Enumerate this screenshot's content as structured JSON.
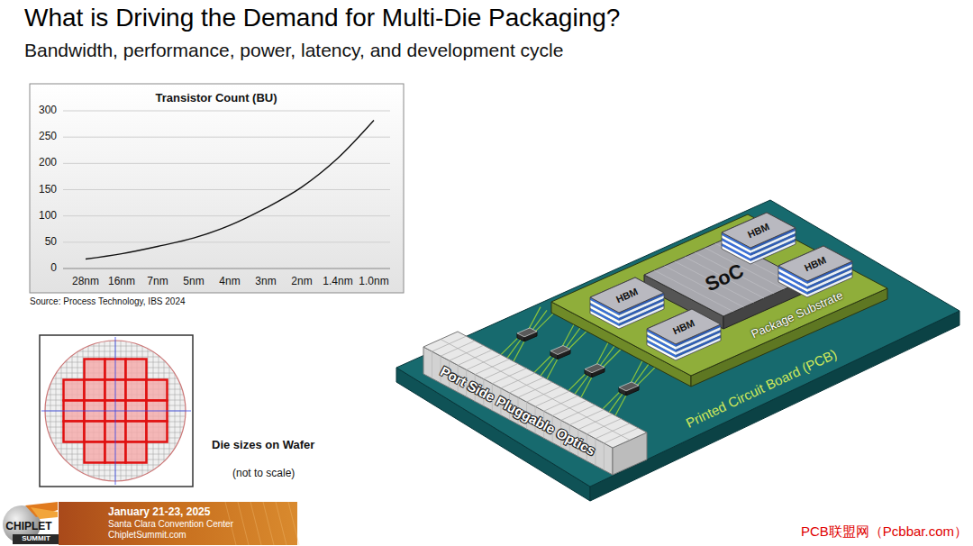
{
  "diagram": {
    "title": "What is Driving the Demand for Multi-Die Packaging?",
    "nodes": [
      {
        "text": [
          "Printed Circuit Board (PCB)"
        ]
      },
      {
        "text": [
          "Package Substrate"
        ],
        "in": 0
      },
      {
        "text": [
          "SoC"
        ],
        "in": 1
      },
      {
        "text": [
          "HBM"
        ],
        "in": 1
      },
      {
        "text": [
          "HBM"
        ],
        "in": 1
      },
      {
        "text": [
          "HBM"
        ],
        "in": 1
      },
      {
        "text": [
          "HBM"
        ],
        "in": 1
      },
      {
        "text": [
          "Port Side Pluggable Optics"
        ],
        "in": 0
      }
    ],
    "labels": [
      "Bandwidth, performance, power, latency, and development cycle",
      "Transistor Count (BU)",
      "300",
      "250",
      "200",
      "150",
      "100",
      "50",
      "0",
      "28nm",
      "16nm",
      "7nm",
      "5nm",
      "4nm",
      "3nm",
      "2nm",
      "1.4nm",
      "1.0nm",
      "Source: Process Technology, IBS 2024",
      "Die sizes on Wafer",
      "(not to scale)",
      "CHIPLET",
      "SUMMIT",
      "January 21-23, 2025",
      "Santa Clara Convention Center",
      "ChipletSummit.com",
      "PCB联盟网（Pcbbar.com）"
    ]
  }
}
